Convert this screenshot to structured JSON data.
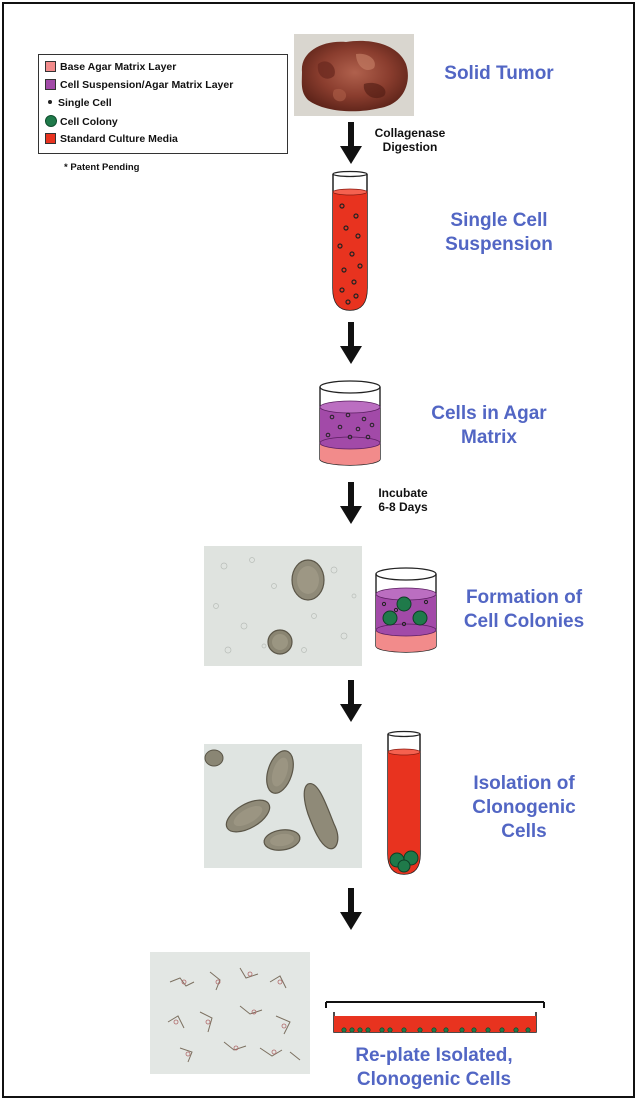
{
  "legend": {
    "items": [
      {
        "label": "Base Agar Matrix Layer",
        "kind": "swatch",
        "color": "#f28b8b"
      },
      {
        "label": "Cell Suspension/Agar Matrix Layer",
        "kind": "swatch",
        "color": "#a24aa8"
      },
      {
        "label": "Single Cell",
        "kind": "dot",
        "color": "#222222"
      },
      {
        "label": "Cell Colony",
        "kind": "circle",
        "color": "#1f7a4a"
      },
      {
        "label": "Standard Culture Media",
        "kind": "swatch",
        "color": "#e8331f"
      }
    ],
    "note": "* Patent Pending"
  },
  "steps": {
    "solid_tumor": "Solid Tumor",
    "single_cell_suspension": "Single Cell\nSuspension",
    "cells_in_agar": "Cells in Agar\nMatrix",
    "formation": "Formation of\nCell Colonies",
    "isolation": "Isolation of\nClonogenic\nCells",
    "replate": "Re-plate Isolated,\nClonogenic Cells"
  },
  "arrow_labels": {
    "digestion": "Collagenase\nDigestion",
    "incubate": "Incubate\n6-8 Days"
  },
  "colors": {
    "title_blue": "#5266c4",
    "media_red": "#e8331f",
    "agar_pink": "#f28b8b",
    "agar_purple": "#a24aa8",
    "colony_green": "#1f7a4a"
  }
}
